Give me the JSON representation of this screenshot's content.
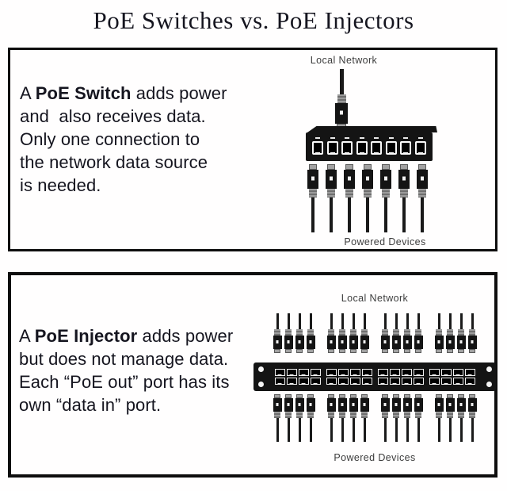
{
  "title": "PoE Switches vs. PoE Injectors",
  "colors": {
    "device": "#141414",
    "text": "#15151f",
    "label": "#3d3d3d"
  },
  "switch_panel": {
    "description": {
      "prefix": "A ",
      "term": "PoE Switch",
      "rest": " adds power\nand  also receives data.\nOnly one connection to\nthe network data source\nis needed."
    },
    "local_network_label": "Local Network",
    "powered_devices_label": "Powered Devices",
    "uplink_connectors": 1,
    "ports": 8,
    "device_connectors": 7
  },
  "injector_panel": {
    "description": {
      "prefix": "A ",
      "term": "PoE Injector",
      "rest": " adds power\nbut does not manage data.\nEach “PoE out” port has its\nown “data in” port."
    },
    "local_network_label": "Local Network",
    "powered_devices_label": "Powered Devices",
    "connector_groups": 4,
    "connectors_per_group": 4,
    "port_groups": 4,
    "ports_per_group": 8
  }
}
